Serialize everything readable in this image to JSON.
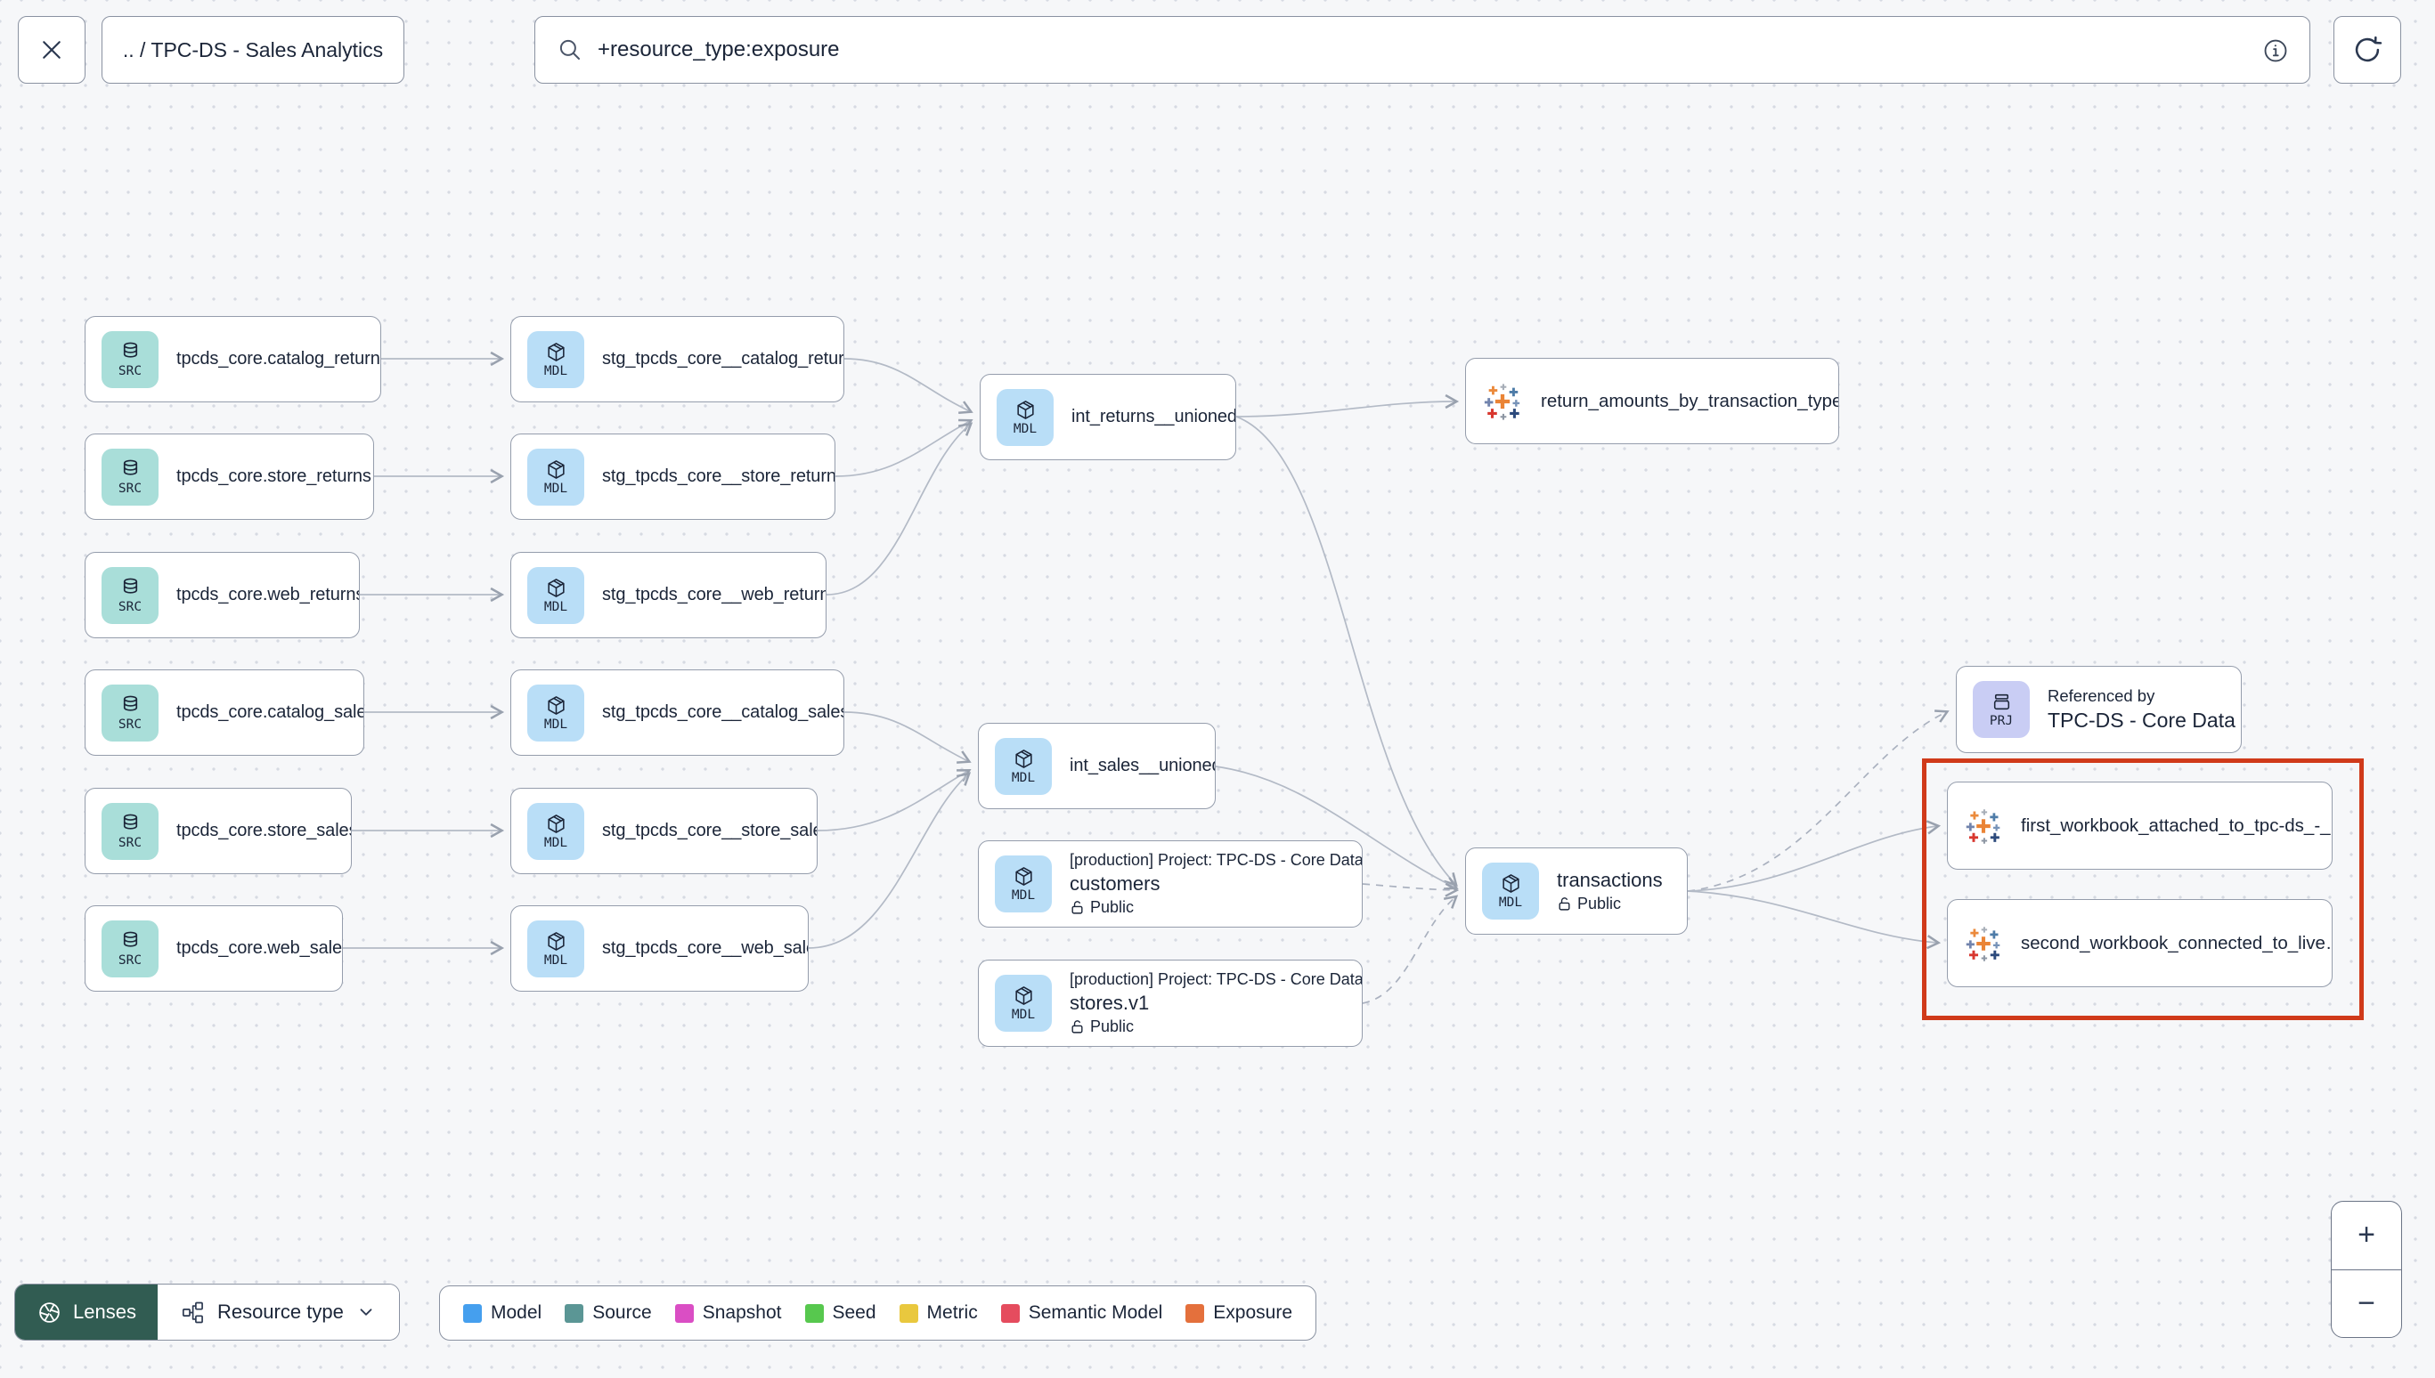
{
  "header": {
    "breadcrumb": ".. / TPC-DS - Sales Analytics",
    "search_value": "+resource_type:exposure"
  },
  "graph": {
    "highlight_color": "#d03a1a",
    "badges": {
      "source": "SRC",
      "model": "MDL",
      "project": "PRJ"
    },
    "nodes": {
      "src_catalog_returns": {
        "label": "tpcds_core.catalog_returns"
      },
      "src_store_returns": {
        "label": "tpcds_core.store_returns"
      },
      "src_web_returns": {
        "label": "tpcds_core.web_returns"
      },
      "src_catalog_sales": {
        "label": "tpcds_core.catalog_sales"
      },
      "src_store_sales": {
        "label": "tpcds_core.store_sales"
      },
      "src_web_sales": {
        "label": "tpcds_core.web_sales"
      },
      "stg_catalog_returns": {
        "label": "stg_tpcds_core__catalog_returns"
      },
      "stg_store_returns": {
        "label": "stg_tpcds_core__store_returns"
      },
      "stg_web_returns": {
        "label": "stg_tpcds_core__web_returns"
      },
      "stg_catalog_sales": {
        "label": "stg_tpcds_core__catalog_sales"
      },
      "stg_store_sales": {
        "label": "stg_tpcds_core__store_sales"
      },
      "stg_web_sales": {
        "label": "stg_tpcds_core__web_sales"
      },
      "int_returns": {
        "label": "int_returns__unioned"
      },
      "int_sales": {
        "label": "int_sales__unioned"
      },
      "customers": {
        "project": "[production] Project: TPC-DS - Core Data Mo…",
        "label": "customers",
        "access": "Public"
      },
      "stores": {
        "project": "[production] Project: TPC-DS - Core Data Mo…",
        "label": "stores.v1",
        "access": "Public"
      },
      "return_amounts": {
        "label": "return_amounts_by_transaction_type"
      },
      "transactions": {
        "label": "transactions",
        "access": "Public"
      },
      "referenced_by": {
        "title": "Referenced by",
        "label": "TPC-DS - Core Data Models"
      },
      "first_workbook": {
        "label": "first_workbook_attached_to_tpc-ds_-_…"
      },
      "second_workbook": {
        "label": "second_workbook_connected_to_live…"
      }
    }
  },
  "footer": {
    "lenses_label": "Lenses",
    "resource_type_label": "Resource type",
    "legend": [
      {
        "label": "Model",
        "color": "#459fee"
      },
      {
        "label": "Source",
        "color": "#5b9695"
      },
      {
        "label": "Snapshot",
        "color": "#da4ec4"
      },
      {
        "label": "Seed",
        "color": "#57c84e"
      },
      {
        "label": "Metric",
        "color": "#e9c83e"
      },
      {
        "label": "Semantic Model",
        "color": "#e54c5e"
      },
      {
        "label": "Exposure",
        "color": "#e4703c"
      }
    ]
  },
  "zoom_controls": {
    "zoom_in": "+",
    "zoom_out": "−"
  }
}
